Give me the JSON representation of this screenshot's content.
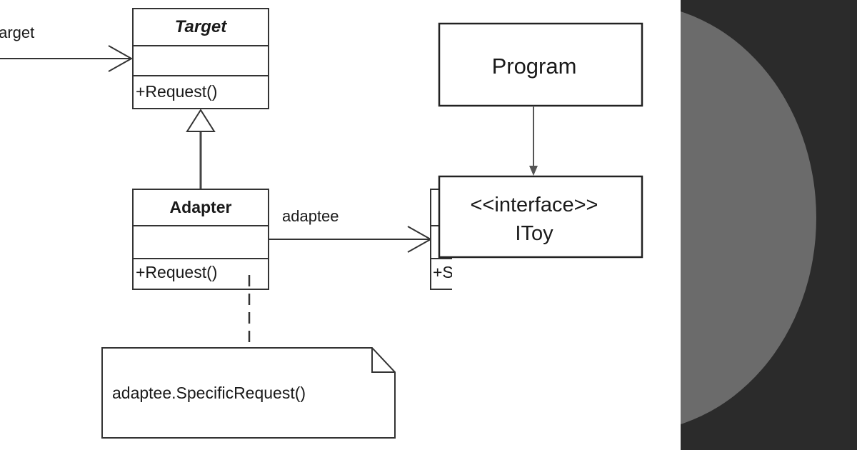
{
  "left_diagram": {
    "client_edge_label": "target",
    "target_class": {
      "name": "Target",
      "operation": "+Request()"
    },
    "adapter_class": {
      "name": "Adapter",
      "operation": "+Request()"
    },
    "adaptee_edge_label": "adaptee",
    "adaptee_class_partial_operation": "+S",
    "note_text": "adaptee.SpecificRequest()"
  },
  "right_diagram": {
    "program_box": "Program",
    "interface_stereotype": "<<interface>>",
    "interface_name": "IToy"
  },
  "colors": {
    "dark_panel": "#2b2b2b",
    "circle": "#6b6b6b",
    "lines": "#333333"
  }
}
